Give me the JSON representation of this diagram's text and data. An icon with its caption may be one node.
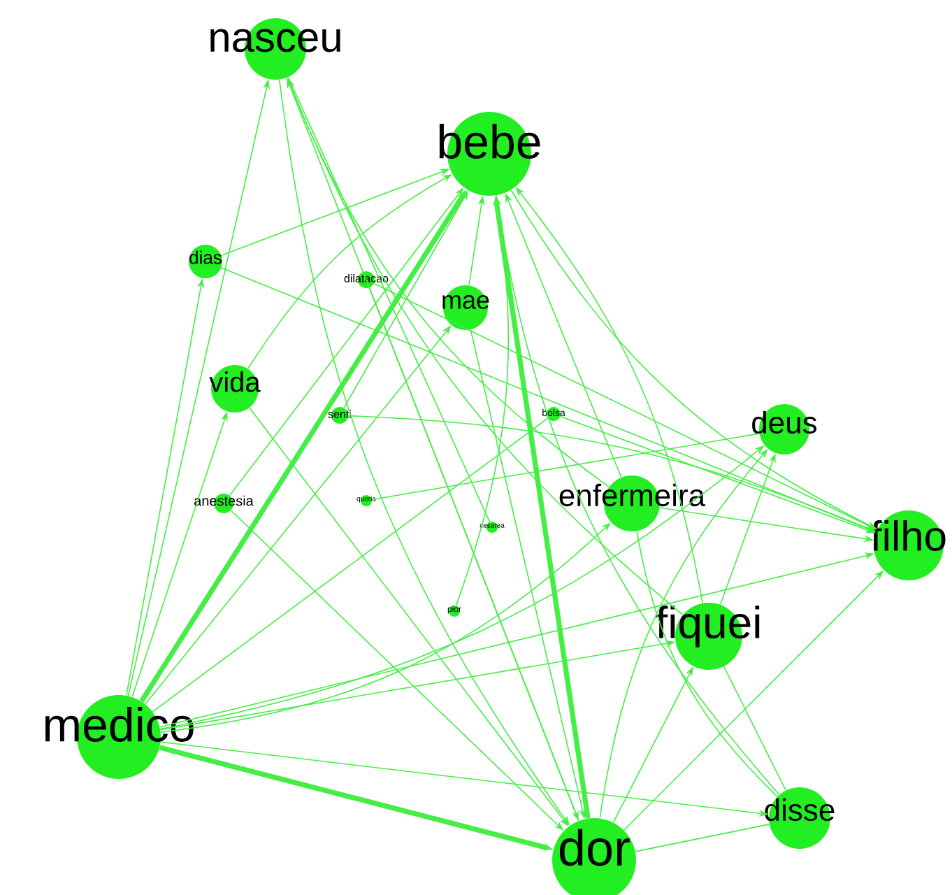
{
  "diagram": {
    "nodes": [
      {
        "text": [
          "nasceu"
        ]
      },
      {
        "text": [
          "bebe"
        ]
      },
      {
        "text": [
          "dias"
        ]
      },
      {
        "text": [
          "dilatacao"
        ]
      },
      {
        "text": [
          "mae"
        ]
      },
      {
        "text": [
          "vida"
        ]
      },
      {
        "text": [
          "senti"
        ]
      },
      {
        "text": [
          "bolsa"
        ]
      },
      {
        "text": [
          "deus"
        ]
      },
      {
        "text": [
          "anestesia"
        ]
      },
      {
        "text": [
          "queria"
        ]
      },
      {
        "text": [
          "enfermeira"
        ]
      },
      {
        "text": [
          "cesarea"
        ]
      },
      {
        "text": [
          "filho"
        ]
      },
      {
        "text": [
          "fiquei"
        ]
      },
      {
        "text": [
          "pior"
        ]
      },
      {
        "text": [
          "medico"
        ]
      },
      {
        "text": [
          "disse"
        ]
      },
      {
        "text": [
          "dor"
        ]
      }
    ],
    "edges": [
      {
        "from": 16,
        "to": 1,
        "arrow": "to",
        "style": "thick"
      },
      {
        "from": 16,
        "to": 18,
        "arrow": "to",
        "style": "thick"
      },
      {
        "from": 16,
        "to": 13,
        "arrow": "to"
      },
      {
        "from": 16,
        "to": 8,
        "arrow": "to"
      },
      {
        "from": 16,
        "to": 11,
        "arrow": "to"
      },
      {
        "from": 16,
        "to": 0,
        "arrow": "to"
      },
      {
        "from": 16,
        "to": 2,
        "arrow": "to"
      },
      {
        "from": 16,
        "to": 5,
        "arrow": "to"
      },
      {
        "from": 16,
        "to": 17,
        "arrow": "to"
      },
      {
        "from": 16,
        "to": 14,
        "arrow": "to"
      },
      {
        "from": 16,
        "to": 4,
        "arrow": "to"
      },
      {
        "from": 18,
        "to": 1,
        "arrow": "to",
        "style": "thick"
      },
      {
        "from": 18,
        "to": 0,
        "arrow": "to"
      },
      {
        "from": 18,
        "to": 13,
        "arrow": "to"
      },
      {
        "from": 18,
        "to": 14,
        "arrow": "to"
      },
      {
        "from": 18,
        "to": 8,
        "arrow": "to"
      },
      {
        "from": 18,
        "to": 17,
        "arrow": "none"
      },
      {
        "from": 14,
        "to": 1,
        "arrow": "to"
      },
      {
        "from": 14,
        "to": 8,
        "arrow": "to"
      },
      {
        "from": 14,
        "to": 0,
        "arrow": "to"
      },
      {
        "from": 14,
        "to": 17,
        "arrow": "none"
      },
      {
        "from": 11,
        "to": 1,
        "arrow": "to"
      },
      {
        "from": 11,
        "to": 0,
        "arrow": "to"
      },
      {
        "from": 11,
        "to": 13,
        "arrow": "to"
      },
      {
        "from": 17,
        "to": 1,
        "arrow": "to"
      },
      {
        "from": 17,
        "to": 11,
        "arrow": "none"
      },
      {
        "from": 1,
        "to": 13,
        "arrow": "to"
      },
      {
        "from": 0,
        "to": 18,
        "arrow": "to"
      },
      {
        "from": 4,
        "to": 18,
        "arrow": "to"
      },
      {
        "from": 4,
        "to": 1,
        "arrow": "to"
      },
      {
        "from": 2,
        "to": 1,
        "arrow": "to"
      },
      {
        "from": 2,
        "to": 13,
        "arrow": "to"
      },
      {
        "from": 5,
        "to": 1,
        "arrow": "to"
      },
      {
        "from": 5,
        "to": 18,
        "arrow": "to"
      },
      {
        "from": 9,
        "to": 1,
        "arrow": "to"
      },
      {
        "from": 9,
        "to": 18,
        "arrow": "to"
      },
      {
        "from": 3,
        "to": 18,
        "arrow": "to"
      },
      {
        "from": 3,
        "to": 13,
        "arrow": "to"
      },
      {
        "from": 6,
        "to": 1,
        "arrow": "to"
      },
      {
        "from": 6,
        "to": 13,
        "arrow": "to"
      },
      {
        "from": 7,
        "to": 13,
        "arrow": "to"
      },
      {
        "from": 7,
        "to": 16,
        "arrow": "none"
      },
      {
        "from": 10,
        "to": 8,
        "arrow": "none"
      },
      {
        "from": 12,
        "to": 0,
        "arrow": "none"
      },
      {
        "from": 15,
        "to": 1,
        "arrow": "none"
      }
    ]
  }
}
